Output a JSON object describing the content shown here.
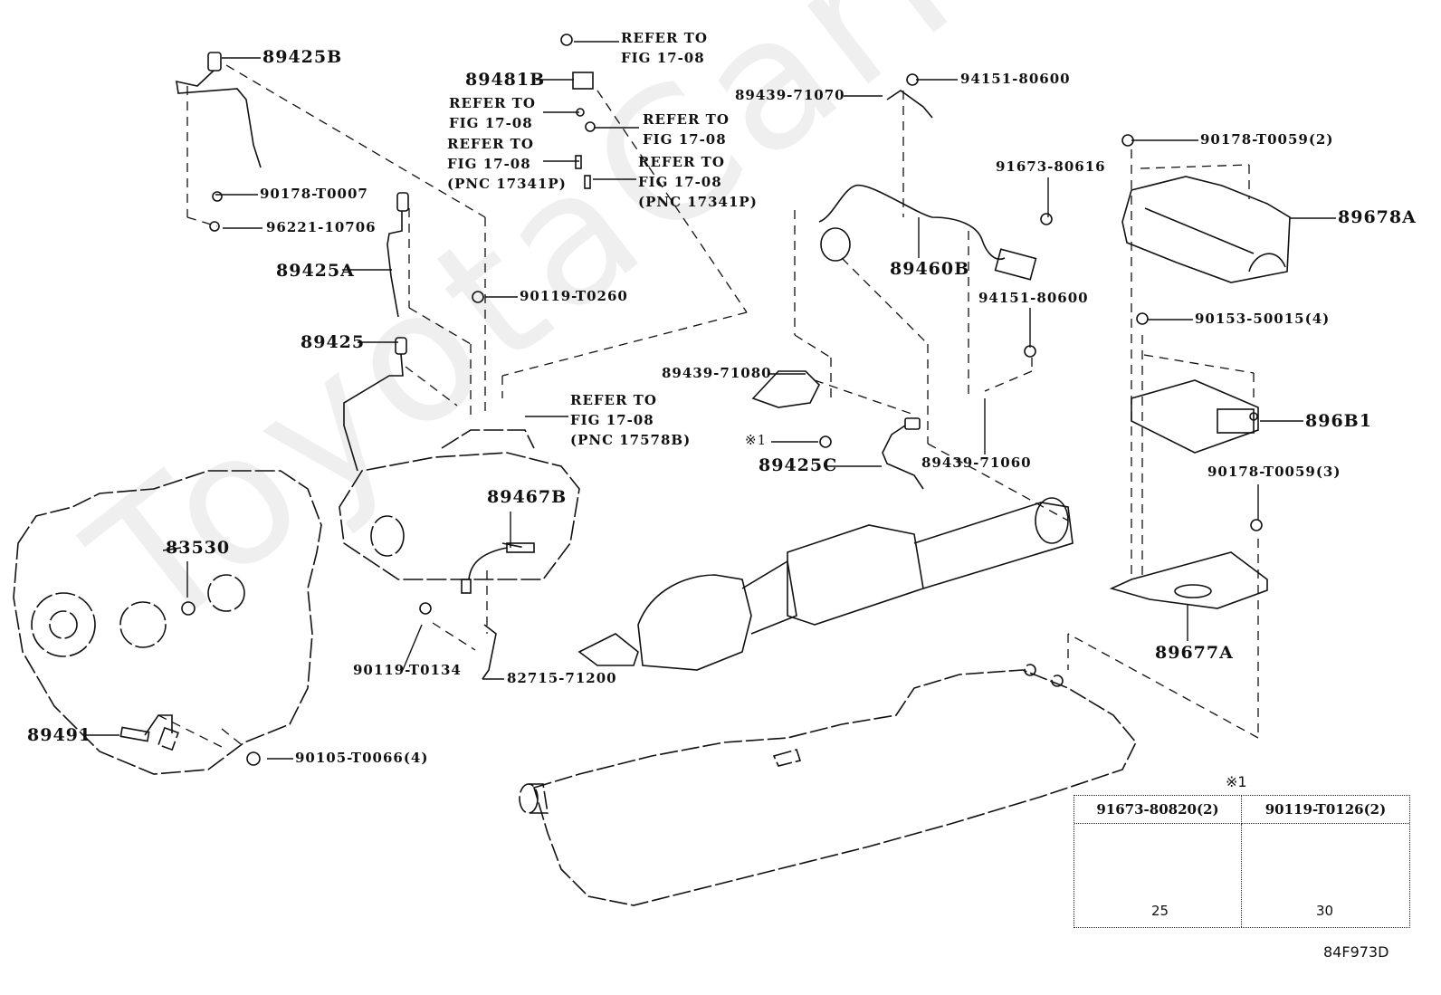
{
  "watermark": "ToyotaCarMine.ru",
  "figure_id": "84F973D",
  "note_marker": "※1",
  "callouts": {
    "p89425B": "89425B",
    "p89481B": "89481B",
    "ref_top": "REFER TO\nFIG 17-08",
    "ref_left1": "REFER TO\nFIG 17-08",
    "ref_right1": "REFER TO\nFIG 17-08",
    "ref_left2": "REFER TO\nFIG 17-08\n(PNC 17341P)",
    "ref_right2": "REFER TO\nFIG 17-08\n(PNC 17341P)",
    "ref_mid": "REFER TO\nFIG 17-08\n(PNC 17578B)",
    "p90178_T0007": "90178-T0007",
    "p96221_10706": "96221-10706",
    "p89425A": "89425A",
    "p90119_T0260": "90119-T0260",
    "p89425": "89425",
    "p89439_71070": "89439-71070",
    "p94151_80600_top": "94151-80600",
    "p91673_80616": "91673-80616",
    "p89460B": "89460B",
    "p94151_80600_mid": "94151-80600",
    "p89439_71080": "89439-71080",
    "p_note1": "※1",
    "p89425C": "89425C",
    "p89439_71060": "89439-71060",
    "p90178_T0059_2": "90178-T0059(2)",
    "p89678A": "89678A",
    "p90153_50015_4": "90153-50015(4)",
    "p896B1": "896B1",
    "p90178_T0059_3": "90178-T0059(3)",
    "p89677A": "89677A",
    "p83530": "83530",
    "p89467B": "89467B",
    "p90119_T0134": "90119-T0134",
    "p82715_71200": "82715-71200",
    "p89491": "89491",
    "p90105_T0066_4": "90105-T0066(4)"
  },
  "bolt_table": {
    "columns": [
      {
        "part": "91673-80820(2)",
        "length": "25"
      },
      {
        "part": "90119-T0126(2)",
        "length": "30"
      }
    ]
  }
}
